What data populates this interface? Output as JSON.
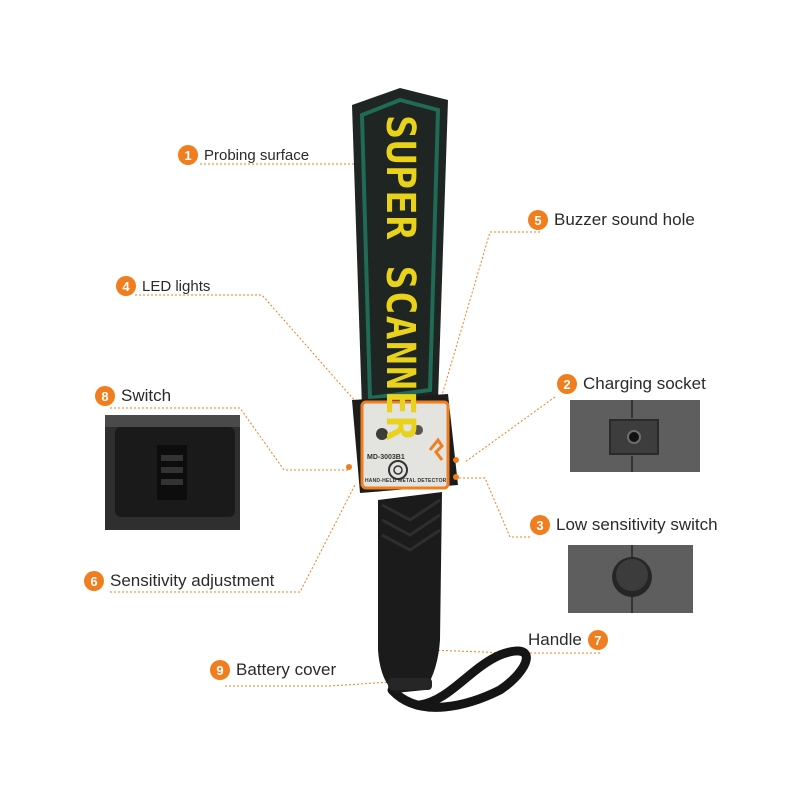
{
  "device": {
    "brand_text": "SUPER SCANNER",
    "model_text": "MD-3003B1",
    "face_text": "HAND-HELD METAL DETECTOR"
  },
  "callouts": [
    {
      "number": "1",
      "label": "Probing surface"
    },
    {
      "number": "2",
      "label": "Charging socket"
    },
    {
      "number": "3",
      "label": "Low sensitivity switch"
    },
    {
      "number": "4",
      "label": "LED lights"
    },
    {
      "number": "5",
      "label": "Buzzer sound hole"
    },
    {
      "number": "6",
      "label": "Sensitivity adjustment"
    },
    {
      "number": "7",
      "label": "Handle"
    },
    {
      "number": "8",
      "label": "Switch"
    },
    {
      "number": "9",
      "label": "Battery cover"
    }
  ],
  "colors": {
    "accent": "#f07d1e",
    "paddle": "#1e2522",
    "paddle_border": "#1f6b55",
    "brand_text": "#e8d21a",
    "handle": "#1a1a1a",
    "inset_bg": "#5b5b5b"
  },
  "icons": {
    "callout_marker": "orange-circle-number",
    "leader_line": "dotted-line"
  }
}
